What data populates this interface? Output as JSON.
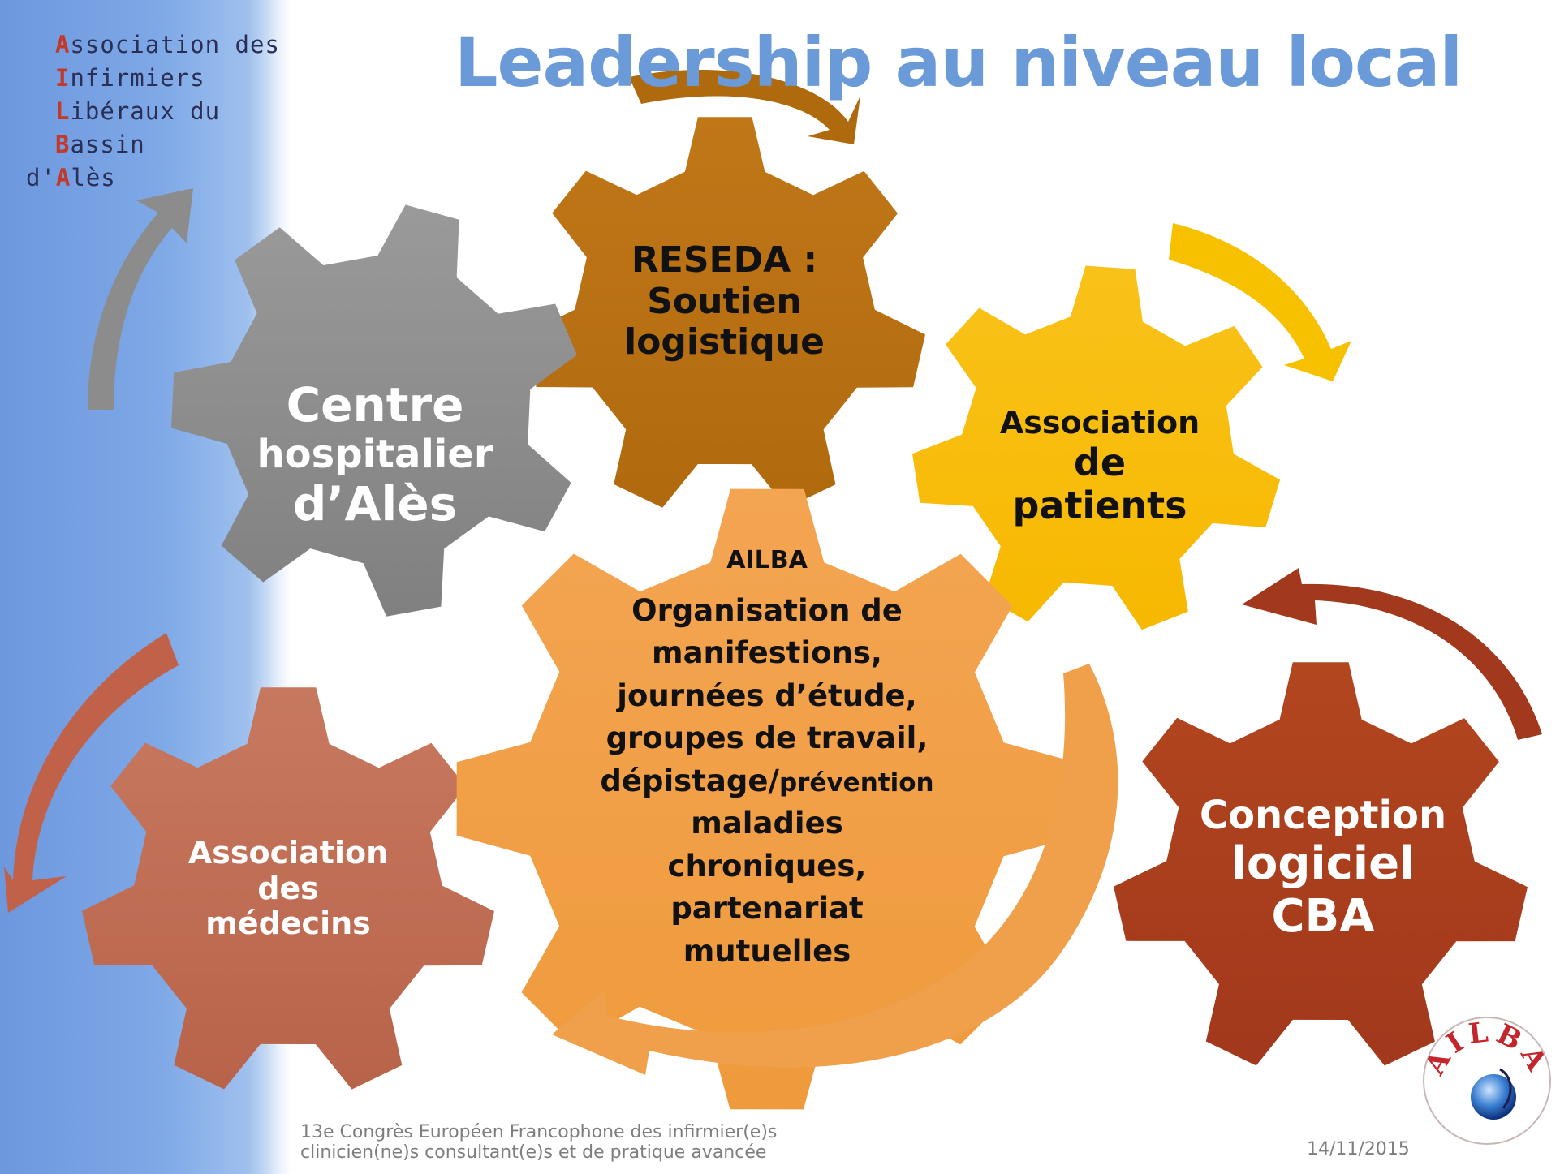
{
  "sidebar": {
    "lines": [
      {
        "initial": "A",
        "rest": "ssociation des"
      },
      {
        "initial": "I",
        "rest": "nfirmiers"
      },
      {
        "initial": "L",
        "rest": "ibéraux du"
      },
      {
        "initial": "B",
        "rest": "assin"
      },
      {
        "prefix": "d'",
        "initial": "A",
        "rest": "lès"
      }
    ]
  },
  "title": "Leadership au niveau local",
  "gears": {
    "reseda": {
      "color": "#b06a0e",
      "line1": "RESEDA :",
      "line2": "Soutien",
      "line3": "logistique"
    },
    "centre": {
      "color": "#808080",
      "line1": "Centre",
      "line2": "hospitalier",
      "line3": "d’Alès"
    },
    "patients": {
      "color": "#f7b800",
      "line1": "Association",
      "line2": "de",
      "line3": "patients"
    },
    "ailba": {
      "color": "#ef9a3c",
      "heading": "AILBA",
      "lines": [
        "Organisation de",
        "manifestions,",
        "journées d’étude,",
        "groupes de travail,"
      ],
      "depistage": "dépistage/",
      "prevention": "prévention",
      "lines2": [
        "maladies",
        "chroniques,",
        "partenariat",
        "mutuelles"
      ]
    },
    "medecins": {
      "color": "#b8634a",
      "line1": "Association",
      "line2": "des",
      "line3": "médecins"
    },
    "cba": {
      "color": "#a2381c",
      "line1": "Conception",
      "line2": "logiciel",
      "line3": "CBA"
    }
  },
  "arrows": {
    "grey": "#8c8c8c",
    "brown": "#b06a0e",
    "yellow": "#f7c100",
    "terracotta": "#c0624a",
    "orange": "#f0a04a",
    "red": "#a2381c"
  },
  "footer": {
    "line1": "13e Congrès Européen Francophone des infirmier(e)s",
    "line2": "clinicien(ne)s consultant(e)s et de pratique avancée",
    "date": "14/11/2015"
  },
  "logo": {
    "text": "AILBA"
  }
}
